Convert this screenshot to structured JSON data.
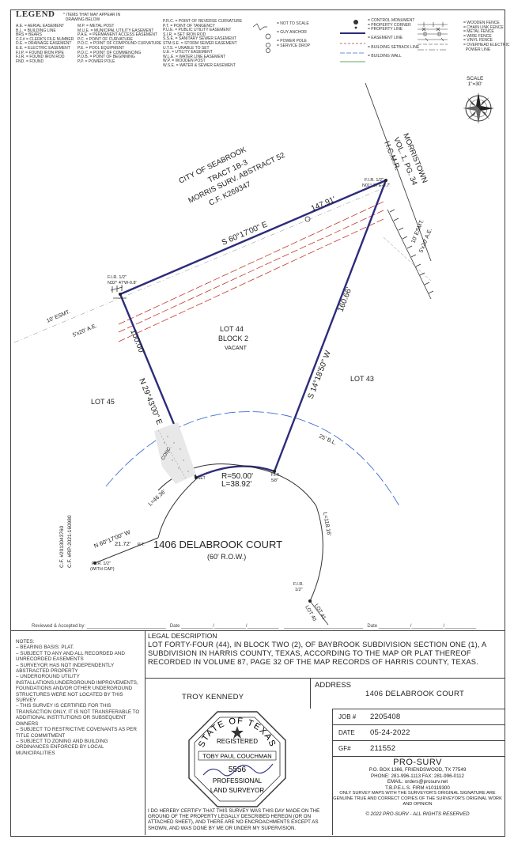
{
  "legend": {
    "title": "LEGEND",
    "note": "* ITEMS THAT MAY APPEAR IN\n  DRAWING BELOW",
    "col1": "A.E. = AERIAL EASEMENT\nB.L. = BUILDING LINE\nBRS = BEARS\nC.F.# = CLERK'S FILE NUMBER\nD.E. = DRAINAGE EASEMENT\nE.E. = ELECTRIC EASEMENT\nF.I.P. = FOUND IRON PIPE\nF.I.R. = FOUND IRON ROD\nFND. = FOUND",
    "col2": "M.P. = METAL POST\nM.U.E. = MUNICIPAL UTILITY EASEMENT\nP.A.E. = PERMANENT ACCESS EASEMENT\nP.C. = POINT OF CURVATURE\nP.O.C. = POINT OF COMPOUND CURVATURE\nP.E. = POOL EQUIPMENT\nP.O.C. = POINT OF COMMENCING\nP.O.B. = POINT OF BEGINNING\nP.P. = POWER POLE",
    "col3": "P.R.C. = POINT OF REVERSE CURVATURE\nP.T. = POINT OF TANGENCY\nP.U.E. = PUBLIC UTILITY EASEMENT\nS.I.R. = SET IRON ROD\nS.S.E. = SANITARY SEWER EASEMENT\nSTM.S.E. = STORM SEWER EASEMENT\nU.T.S. = UNABLE TO SET\nU.E. = UTILITY EASEMENT\nW.L.E. = WATER LINE EASEMENT\nW.P. = WOODEN POST\nW.S.E. = WATER & SEWER EASEMENT",
    "col4": "= NOT TO SCALE\n\n= GUY ANCHOR\n\n= POWER POLE\n= SERVICE DROP",
    "col5": "= CONTROL MONUMENT\n= PROPERTY CORNER\n= PROPERTY LINE\n\n= EASEMENT LINE\n\n= BUILDING SETBACK LINE\n\n= BUILDING WALL",
    "col6": "= WOODEN FENCE\n= CHAIN LINK FENCE\n= METAL FENCE\n= WIRE FENCE\n= VINYL FENCE\n= OVERHEAD ELECTRIC\n  POWER LINE"
  },
  "scale": {
    "label": "SCALE",
    "value": "1\"=30'"
  },
  "plat": {
    "city": "CITY OF SEABROOK",
    "tract": "TRACT 1B-3",
    "survey": "MORRIS SURV. ABSTRACT 52",
    "cf": "C.F. K269347",
    "morristown1": "MORRISTOWN",
    "morristown2": "VOL. 1, PG. 34",
    "morristown3": "H.C.M.R.",
    "top_bearing": "S 60°17'00\" E",
    "top_dist": "147.91'",
    "fir_ne1": "F.I.R. 1/2\"",
    "fir_ne2": "N01° 37'E-0.7'",
    "fir_nw1": "F.I.R. 1/2\"",
    "fir_nw2": "N32° 47'W-0.8'",
    "esmt_left": "10' ESMT.",
    "ae_left": "5'x20' A.E.",
    "esmt_right": "10' ESMT.",
    "ae_right": "5'x20' A.E.",
    "lot44": "LOT 44",
    "block2": "BLOCK 2",
    "vacant": "VACANT",
    "west_dist": "100.00'",
    "west_bearing": "N 29°43'00\" E",
    "east_bearing": "S 14°18'50\" W",
    "east_dist": "160.66'",
    "lot45": "LOT 45",
    "lot43": "LOT 43",
    "bl": "25' B.L.",
    "conc": "CONC.",
    "set": "SET",
    "fir_se1": "F.I.R.",
    "fir_se2": "5/8\"",
    "radius": "R=50.00'",
    "arc": "L=38.92'",
    "l_left": "L=46.36'",
    "l_right": "L=118.16'",
    "cf_left1": "C.F. #2013043760",
    "cf_left2": "C.F. #RP-2021-160980",
    "bottom_bearing": "N 60°17'00\" W",
    "bottom_dist": "21.72'",
    "pt": "P.T.",
    "fir_sw1": "F.I.R. 1/2\"",
    "fir_sw2": "(WITH CAP)",
    "address": "1406 DELABROOK COURT",
    "row": "(60' R.O.W.)",
    "fir_s1": "F.I.R.",
    "fir_s2": "1/2\"",
    "lot41": "LOT 41",
    "lot40": "LOT 40"
  },
  "reviewed": "Reviewed & Accepted by: ______________________________   Date ____________/____________/____________    ______________________________   Date ____________/____________/____________",
  "notes": {
    "title": "NOTES:",
    "text": "– BEARING BASIS: PLAT.\n– SUBJECT TO ANY AND ALL RECORDED AND UNRECORDED EASEMENTS\n– SURVEYOR HAS NOT INDEPENDENTLY ABSTRACTED PROPERTY\n– UNDERGROUND UTILITY INSTALLATIONS,UNDERGROUND IMPROVEMENTS, FOUNDATIONS AND/OR OTHER UNDERGROUND STRUCTURES WERE NOT LOCATED BY THIS SURVEY\n– THIS SURVEY IS CERTIFIED FOR THIS TRANSACTION ONLY, IT IS NOT TRANSFERABLE TO ADDITIONAL INSTITUTIONS OR SUBSEQUENT OWNERS\n– SUBJECT TO RESTRICTIVE COVENANTS AS PER TITLE COMMITMENT\n– SUBJECT TO ZONING AND BUILDING ORDINANCES ENFORCED BY LOCAL MUNICIPALITIES"
  },
  "legal": {
    "title": "LEGAL DESCRIPTION",
    "text": "LOT FORTY-FOUR (44), IN BLOCK TWO (2), OF BAYBROOK SUBDIVISION SECTION ONE (1), A SUBDIVISION IN HARRIS COUNTY, TEXAS, ACCORDING TO THE MAP OR PLAT THEREOF RECORDED IN VOLUME 87, PAGE 32 OF THE MAP RECORDS OF HARRIS COUNTY, TEXAS."
  },
  "owner": "TROY KENNEDY",
  "address": {
    "label": "ADDRESS",
    "value": "1406 DELABROOK COURT"
  },
  "job": {
    "job_label": "JOB #",
    "job_value": "2205408",
    "date_label": "DATE",
    "date_value": "05-24-2022",
    "gf_label": "GF#",
    "gf_value": "211552"
  },
  "seal": {
    "top": "STATE OF TEXAS",
    "registered": "REGISTERED",
    "name": "TOBY PAUL COUCHMAN",
    "number": "5556",
    "bottom1": "PROFESSIONAL",
    "bottom2": "LAND SURVEYOR"
  },
  "company": {
    "name": "PRO-SURV",
    "addr": "P.O. BOX 1366, FRIENDSWOOD, TX  77549",
    "phone": "PHONE:  281-996-1113    FAX:  281-996-0112",
    "email": "EMAIL:  orders@prosurv.net",
    "firm": "T.B.P.E.L.S. FIRM #10119300",
    "fine": "ONLY SURVEY MAPS WITH THE SURVEYOR'S ORIGINAL SIGNATURE ARE GENUINE TRUE AND CORRECT COPIES OF THE SURVEYOR'S ORIGINAL WORK AND OPINION",
    "copyright": "© 2022 PRO-SURV - ALL RIGHTS RESERVED"
  },
  "certify": "I DO HEREBY CERTIFY THAT THIS SURVEY WAS THIS DAY MADE ON THE GROUND OF THE PROPERTY LEGALLY DESCRIBED HEREON (OR ON ATTACHED SHEET), AND THERE ARE NO ENCROACHMENTS EXCEPT AS SHOWN, AND WAS DONE BY ME OR UNDER MY SUPERVISION."
}
